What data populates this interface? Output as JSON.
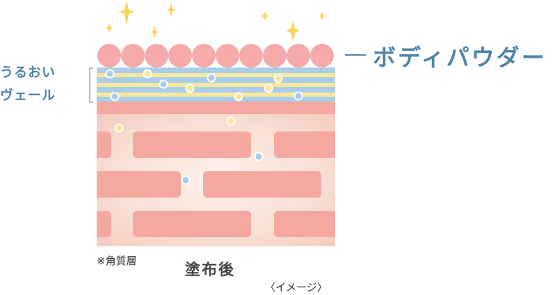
{
  "labels": {
    "body_powder": "ボディパウダー",
    "moist_veil_line1": "うるおい",
    "moist_veil_line2": "ヴェール",
    "stratum_corneum_note": "※角質層",
    "after_application": "塗布後",
    "image_note": "〈イメージ〉"
  },
  "icons": {
    "sparkle": "sparkle-icon"
  },
  "colors": {
    "label_blue": "#4f84a8",
    "powder_pink": "#f7aaaa",
    "veil_blue": "#a9cdea",
    "veil_yellow": "#fbe79c",
    "skin_background": "#f8ddd4",
    "skin_cell": "#f4a8a0",
    "sparkle": "#f7d55b"
  }
}
